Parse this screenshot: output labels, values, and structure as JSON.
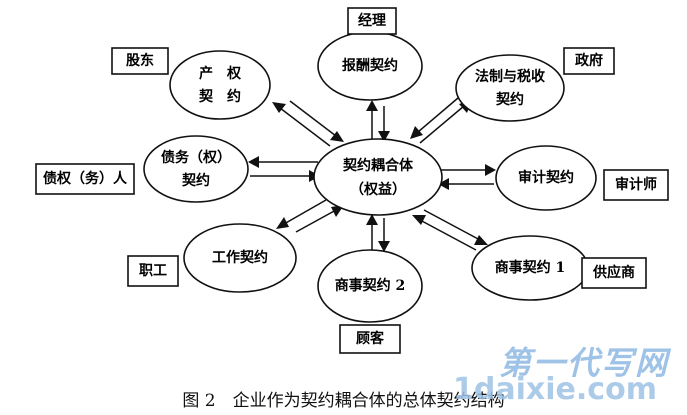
{
  "center": {
    "line1": "契约耦合体",
    "line2": "（权益）"
  },
  "contracts": {
    "property": {
      "line1": "产　权",
      "line2": "契　约"
    },
    "compensation": {
      "line1": "报酬契约"
    },
    "legal_tax": {
      "line1": "法制与税收",
      "line2": "契约"
    },
    "debt": {
      "line1": "债务（权）",
      "line2": "契约"
    },
    "audit": {
      "line1": "审计契约"
    },
    "work": {
      "line1": "工作契约"
    },
    "commercial2": {
      "line1": "商事契约 2"
    },
    "commercial1": {
      "line1": "商事契约 1"
    }
  },
  "parties": {
    "shareholder": "股东",
    "manager": "经理",
    "government": "政府",
    "creditor": "债权（务）人",
    "auditor": "审计师",
    "employee": "职工",
    "customer": "顾客",
    "supplier": "供应商"
  },
  "caption": "图 2　企业作为契约耦合体的总体契约结构",
  "watermark": {
    "cn": "第一代写网",
    "url": "1daixie.com"
  }
}
